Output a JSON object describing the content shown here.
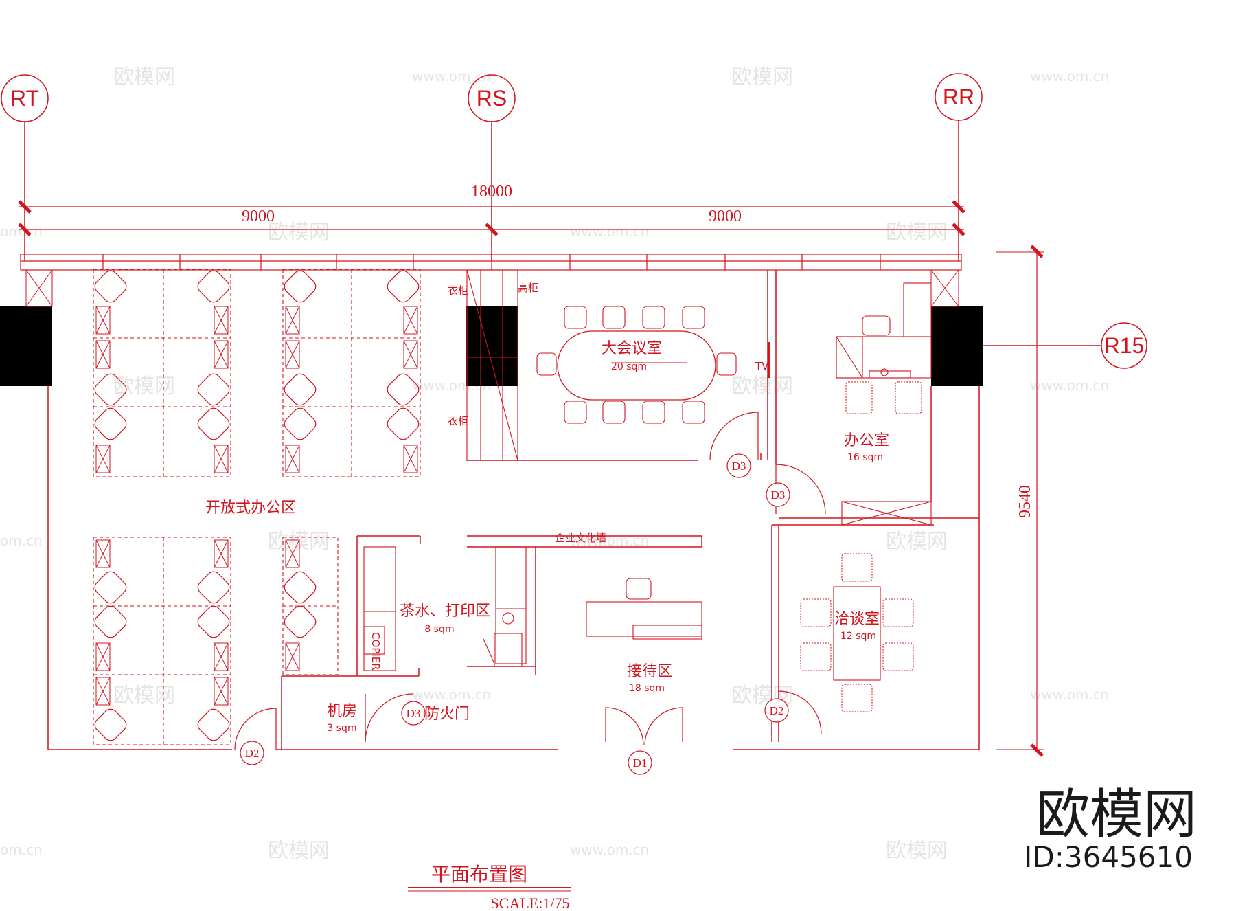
{
  "axes": {
    "rt": "RT",
    "rs": "RS",
    "rr": "RR",
    "r15": "R15"
  },
  "dimensions": {
    "total_width": "18000",
    "left_half": "9000",
    "right_half": "9000",
    "depth": "9540"
  },
  "rooms": {
    "open_office": "开放式办公区",
    "big_meeting": "大会议室",
    "big_meeting_area": "20 sqm",
    "office": "办公室",
    "office_area": "16 sqm",
    "tea_print": "茶水、打印区",
    "tea_print_area": "8 sqm",
    "reception": "接待区",
    "reception_area": "18 sqm",
    "negotiation": "洽谈室",
    "negotiation_area": "12 sqm",
    "server_room": "机房",
    "server_area": "3 sqm"
  },
  "labels": {
    "wardrobe_top": "衣柜",
    "wardrobe_bottom": "衣柜",
    "tall_cabinet": "高柜",
    "tv": "TV",
    "culture_wall": "企业文化墙",
    "fire_door": "防火门",
    "copier": "COPIER"
  },
  "doors": {
    "d1": "D1",
    "d2_left": "D2",
    "d2_right": "D2",
    "d3_meeting": "D3",
    "d3_office": "D3",
    "d3_server": "D3"
  },
  "watermarks": {
    "cn": "欧模网",
    "url": "www.om.cn",
    "url_short": "om.cn"
  },
  "title": {
    "name": "平面布置图",
    "scale": "SCALE:1/75"
  },
  "brand": {
    "name": "欧模网",
    "id": "ID:3645610"
  },
  "colors": {
    "line": "#d4141e",
    "column": "#000000",
    "watermark": "#cfcfcf"
  }
}
